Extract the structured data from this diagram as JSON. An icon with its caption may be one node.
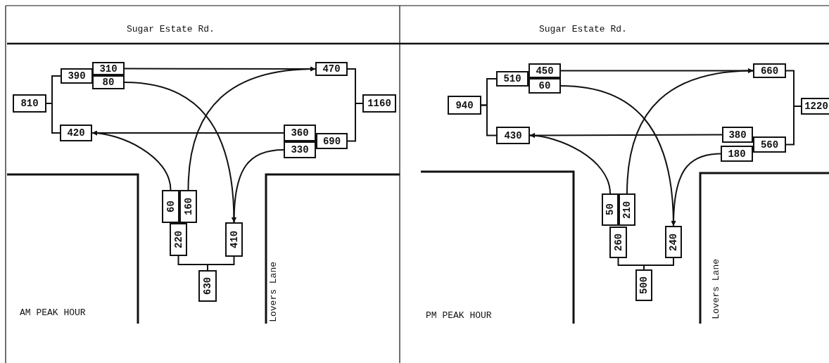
{
  "diagram": {
    "nodes": [
      {
        "text": [
          "390"
        ]
      },
      {
        "text": [
          "310"
        ]
      },
      {
        "text": [
          "80"
        ]
      },
      {
        "text": [
          "470"
        ]
      },
      {
        "text": [
          "810"
        ]
      },
      {
        "text": [
          "1160"
        ]
      },
      {
        "text": [
          "420"
        ]
      },
      {
        "text": [
          "360"
        ]
      },
      {
        "text": [
          "690"
        ]
      },
      {
        "text": [
          "330"
        ]
      },
      {
        "text": [
          "60"
        ]
      },
      {
        "text": [
          "160"
        ]
      },
      {
        "text": [
          "220"
        ]
      },
      {
        "text": [
          "410"
        ]
      },
      {
        "text": [
          "630"
        ]
      },
      {
        "text": [
          "510"
        ]
      },
      {
        "text": [
          "450"
        ]
      },
      {
        "text": [
          "60"
        ]
      },
      {
        "text": [
          "660"
        ]
      },
      {
        "text": [
          "940"
        ]
      },
      {
        "text": [
          "1220"
        ]
      },
      {
        "text": [
          "430"
        ]
      },
      {
        "text": [
          "380"
        ]
      },
      {
        "text": [
          "560"
        ]
      },
      {
        "text": [
          "180"
        ]
      },
      {
        "text": [
          "50"
        ]
      },
      {
        "text": [
          "210"
        ]
      },
      {
        "text": [
          "260"
        ]
      },
      {
        "text": [
          "240"
        ]
      },
      {
        "text": [
          "500"
        ]
      }
    ],
    "edges": [
      {
        "from": 4,
        "to": 0,
        "arrow": "none"
      },
      {
        "from": 4,
        "to": 6,
        "arrow": "none"
      },
      {
        "from": 5,
        "to": 3,
        "arrow": "none"
      },
      {
        "from": 5,
        "to": 8,
        "arrow": "none"
      },
      {
        "from": 14,
        "to": 12,
        "arrow": "none"
      },
      {
        "from": 14,
        "to": 13,
        "arrow": "none"
      },
      {
        "from": 1,
        "to": 3,
        "arrow": "to"
      },
      {
        "from": 2,
        "to": 13,
        "arrow": "to"
      },
      {
        "from": 11,
        "to": 3,
        "arrow": "to"
      },
      {
        "from": 7,
        "to": 6,
        "arrow": "to"
      },
      {
        "from": 10,
        "to": 6,
        "arrow": "to"
      },
      {
        "from": 9,
        "to": 13,
        "arrow": "to"
      },
      {
        "from": 19,
        "to": 15,
        "arrow": "none"
      },
      {
        "from": 19,
        "to": 21,
        "arrow": "none"
      },
      {
        "from": 20,
        "to": 18,
        "arrow": "none"
      },
      {
        "from": 20,
        "to": 23,
        "arrow": "none"
      },
      {
        "from": 29,
        "to": 27,
        "arrow": "none"
      },
      {
        "from": 29,
        "to": 28,
        "arrow": "none"
      },
      {
        "from": 16,
        "to": 18,
        "arrow": "to"
      },
      {
        "from": 17,
        "to": 28,
        "arrow": "to"
      },
      {
        "from": 26,
        "to": 18,
        "arrow": "to"
      },
      {
        "from": 22,
        "to": 21,
        "arrow": "to"
      },
      {
        "from": 25,
        "to": 21,
        "arrow": "to"
      },
      {
        "from": 24,
        "to": 28,
        "arrow": "to"
      }
    ],
    "labels": [
      "Sugar Estate Rd.",
      "Sugar Estate Rd.",
      "Lovers Lane",
      "AM PEAK HOUR",
      "Lovers Lane",
      "PM PEAK HOUR"
    ]
  }
}
